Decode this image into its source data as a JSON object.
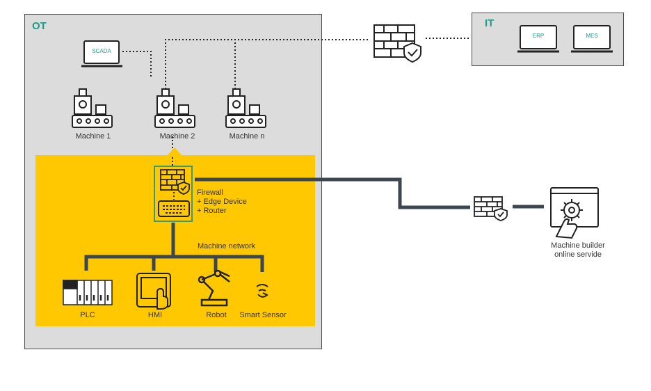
{
  "zones": {
    "ot_title": "OT",
    "it_title": "IT"
  },
  "it_systems": [
    "ERP",
    "MES"
  ],
  "scada_label": "SCADA",
  "machines": [
    "Machine 1",
    "Machine 2",
    "Machine n"
  ],
  "edge": {
    "line1": "Firewall",
    "line2": "+ Edge Device",
    "line3": "+ Router"
  },
  "network_label": "Machine network",
  "devices": [
    "PLC",
    "HMI",
    "Robot",
    "Smart Sensor"
  ],
  "online_service": {
    "line1": "Machine builder",
    "line2": "online servide"
  },
  "colors": {
    "ot_background": "#dcdcdc",
    "machine_zone": "#ffc800",
    "accent_teal": "#1d9b88",
    "edge_frame": "#3d9b6a",
    "network_line": "#3c4650"
  }
}
